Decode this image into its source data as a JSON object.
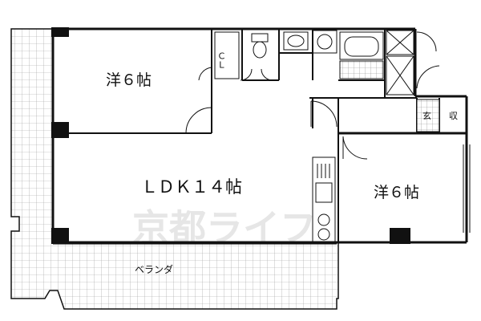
{
  "rooms": {
    "western_room_north": "洋６帖",
    "ldk": "ＬＤＫ１４帖",
    "western_room_east": "洋６帖",
    "closet": "ＣＬ",
    "entrance": "玄",
    "storage": "収",
    "balcony": "ベランダ"
  },
  "watermark": "京都ライフ",
  "colors": {
    "line": "#111111",
    "hatch": "#9a9a9a",
    "watermark": "#e9e9e9"
  }
}
